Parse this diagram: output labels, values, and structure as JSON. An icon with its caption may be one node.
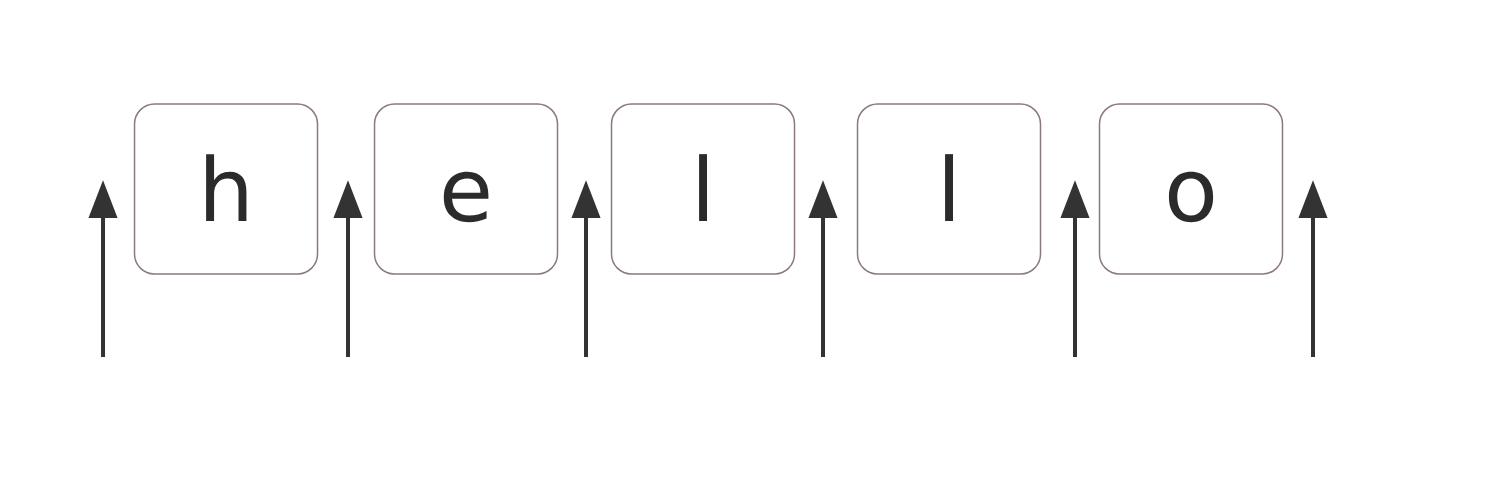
{
  "diagram": {
    "nodes": [
      {
        "text": [
          "h"
        ]
      },
      {
        "text": [
          "e"
        ]
      },
      {
        "text": [
          "l"
        ]
      },
      {
        "text": [
          "l"
        ]
      },
      {
        "text": [
          "o"
        ]
      }
    ]
  }
}
